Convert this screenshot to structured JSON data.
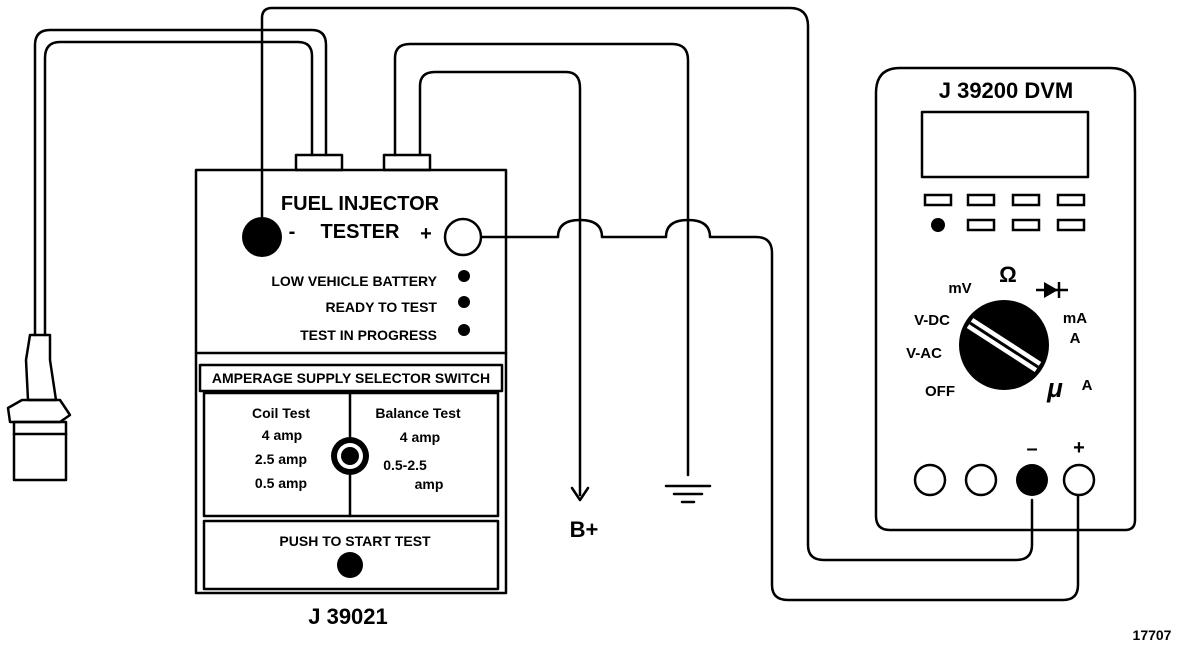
{
  "tester": {
    "title_line1": "FUEL INJECTOR",
    "title_line2": "TESTER",
    "minus": "-",
    "plus": "+",
    "indicators": [
      "LOW VEHICLE BATTERY",
      "READY TO TEST",
      "TEST IN PROGRESS"
    ],
    "selector_title": "AMPERAGE SUPPLY SELECTOR SWITCH",
    "coil_test": {
      "heading": "Coil Test",
      "values": [
        "4 amp",
        "2.5 amp",
        "0.5 amp"
      ]
    },
    "balance_test": {
      "heading": "Balance Test",
      "value1": "4 amp",
      "value2_line1": "0.5-2.5",
      "value2_line2": "amp"
    },
    "push_label": "PUSH TO START TEST",
    "model": "J 39021"
  },
  "dvm": {
    "title": "J 39200 DVM",
    "dial_labels": {
      "mv": "mV",
      "ohm": "Ω",
      "vdc": "V-DC",
      "vac": "V-AC",
      "off": "OFF",
      "ma": "mA",
      "a": "A",
      "ua_mu": "μ",
      "ua_a": "A"
    },
    "terminal_minus": "–",
    "terminal_plus": "+"
  },
  "b_plus": "B+",
  "figure_number": "17707",
  "colors": {
    "line": "#000000",
    "background": "#ffffff"
  }
}
